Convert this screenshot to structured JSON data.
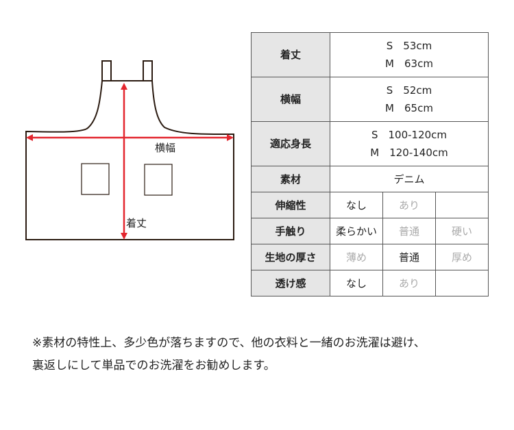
{
  "diagram": {
    "width_label": "横幅",
    "length_label": "着丈",
    "accent": "#e3262e",
    "line": "#2a1a10"
  },
  "size_rows": [
    {
      "label": "着丈",
      "lines": [
        "S　53cm",
        "M　63cm"
      ]
    },
    {
      "label": "横幅",
      "lines": [
        "S　52cm",
        "M　65cm"
      ]
    },
    {
      "label": "適応身長",
      "lines": [
        "S　100-120cm",
        "M　120-140cm"
      ]
    }
  ],
  "material": {
    "label": "素材",
    "value": "デニム"
  },
  "option_rows": [
    {
      "label": "伸縮性",
      "cells": [
        {
          "text": "なし",
          "selected": true
        },
        {
          "text": "あり",
          "selected": false
        },
        {
          "text": "",
          "selected": false
        }
      ]
    },
    {
      "label": "手触り",
      "cells": [
        {
          "text": "柔らかい",
          "selected": true
        },
        {
          "text": "普通",
          "selected": false
        },
        {
          "text": "硬い",
          "selected": false
        }
      ]
    },
    {
      "label": "生地の厚さ",
      "cells": [
        {
          "text": "薄め",
          "selected": false
        },
        {
          "text": "普通",
          "selected": true
        },
        {
          "text": "厚め",
          "selected": false
        }
      ]
    },
    {
      "label": "透け感",
      "cells": [
        {
          "text": "なし",
          "selected": true
        },
        {
          "text": "あり",
          "selected": false
        },
        {
          "text": "",
          "selected": false
        }
      ]
    }
  ],
  "note": [
    "※素材の特性上、多少色が落ちますので、他の衣料と一緒のお洗濯は避け、",
    "裏返しにして単品でのお洗濯をお勧めします。"
  ]
}
